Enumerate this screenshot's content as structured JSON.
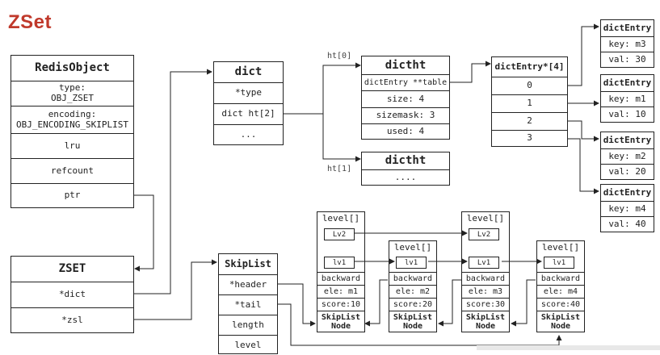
{
  "title": "ZSet",
  "redis_object": {
    "header": "RedisObject",
    "type_label": "type:",
    "type_value": "OBJ_ZSET",
    "encoding_label": "encoding:",
    "encoding_value": "OBJ_ENCODING_SKIPLIST",
    "lru": "lru",
    "refcount": "refcount",
    "ptr": "ptr"
  },
  "zset": {
    "header": "ZSET",
    "dict": "*dict",
    "zsl": "*zsl"
  },
  "dict": {
    "header": "dict",
    "type": "*type",
    "ht": "dict ht[2]",
    "more": "..."
  },
  "dictht0": {
    "label": "ht[0]",
    "header": "dictht",
    "table": "dictEntry **table",
    "size": "size: 4",
    "sizemask": "sizemask: 3",
    "used": "used: 4"
  },
  "dictht1": {
    "label": "ht[1]",
    "header": "dictht",
    "more": "...."
  },
  "entry_array": {
    "header": "dictEntry*[4]",
    "slots": [
      "0",
      "1",
      "2",
      "3"
    ]
  },
  "entries": [
    {
      "header": "dictEntry",
      "key": "key: m3",
      "val": "val: 30"
    },
    {
      "header": "dictEntry",
      "key": "key: m1",
      "val": "val: 10"
    },
    {
      "header": "dictEntry",
      "key": "key: m2",
      "val": "val: 20"
    },
    {
      "header": "dictEntry",
      "key": "key: m4",
      "val": "val: 40"
    }
  ],
  "skiplist": {
    "header": "SkipList",
    "fields": [
      "*header",
      "*tail",
      "length",
      "level"
    ]
  },
  "nodes": [
    {
      "level_title": "level[]",
      "lv2": "Lv2",
      "lv1": "lv1",
      "backward": "backward",
      "ele": "ele: m1",
      "score": "score:10",
      "name": "SkipList\nNode"
    },
    {
      "level_title": "level[]",
      "lv1": "lv1",
      "backward": "backward",
      "ele": "ele: m2",
      "score": "score:20",
      "name": "SkipList\nNode"
    },
    {
      "level_title": "level[]",
      "lv2": "Lv2",
      "lv1": "Lv1",
      "backward": "backward",
      "ele": "ele: m3",
      "score": "score:30",
      "name": "SkipList\nNode"
    },
    {
      "level_title": "level[]",
      "lv1": "lv1",
      "backward": "backward",
      "ele": "ele: m4",
      "score": "score:40",
      "name": "SkipList\nNode"
    }
  ]
}
